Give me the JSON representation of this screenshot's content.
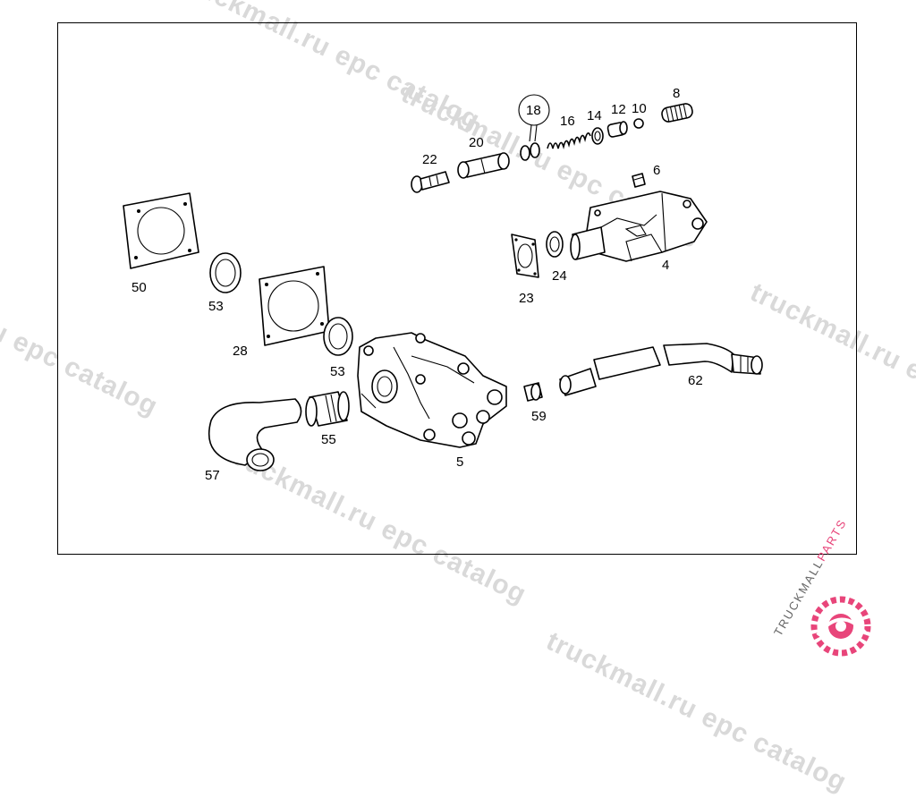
{
  "watermarks": [
    "truckmall.ru epc catalog",
    "truckmall.ru epc catalog",
    "truckmall.ru epc catalog",
    "truckmall.ru epc catalog",
    "truckmall.ru epc catalog",
    "truckmall.ru epc catalog"
  ],
  "callouts": {
    "p18": "18",
    "p16": "16",
    "p14": "14",
    "p12": "12",
    "p10": "10",
    "p8": "8",
    "p22": "22",
    "p20": "20",
    "p6": "6",
    "p4": "4",
    "p23": "23",
    "p24": "24",
    "p50": "50",
    "p53a": "53",
    "p28": "28",
    "p53b": "53",
    "p5": "5",
    "p55": "55",
    "p57": "57",
    "p59": "59",
    "p62": "62"
  },
  "logo": {
    "text_dark": "TRUCKMALL",
    "text_accent": "PARTS",
    "accent_color": "#e8457a",
    "dark_color": "#666666"
  }
}
